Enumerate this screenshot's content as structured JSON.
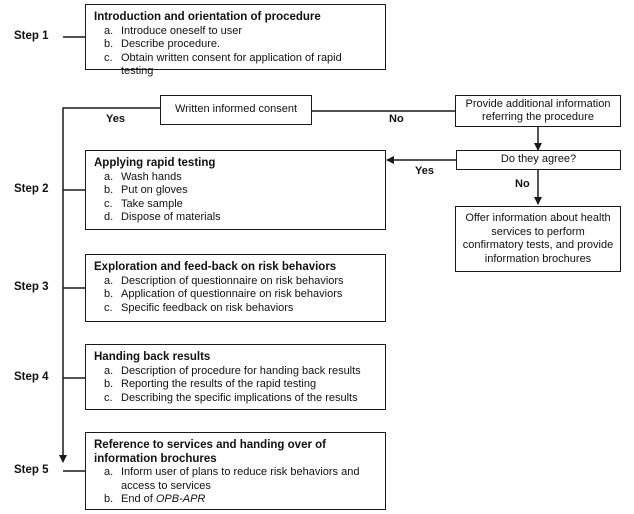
{
  "steps": [
    {
      "label": "Step 1",
      "title": "Introduction and orientation of procedure",
      "items": [
        {
          "marker": "a.",
          "text": "Introduce oneself to user"
        },
        {
          "marker": "b.",
          "text": "Describe procedure."
        },
        {
          "marker": "c.",
          "text": "Obtain written consent for application of rapid testing"
        }
      ]
    },
    {
      "label": "Step 2",
      "title": "Applying rapid testing",
      "items": [
        {
          "marker": "a.",
          "text": "Wash hands"
        },
        {
          "marker": "b.",
          "text": "Put on gloves"
        },
        {
          "marker": "c.",
          "text": "Take sample"
        },
        {
          "marker": "d.",
          "text": "Dispose of materials"
        }
      ]
    },
    {
      "label": "Step 3",
      "title": "Exploration and feed-back on risk behaviors",
      "items": [
        {
          "marker": "a.",
          "text": "Description of questionnaire on risk behaviors"
        },
        {
          "marker": "b.",
          "text": "Application of questionnaire on risk behaviors"
        },
        {
          "marker": "c.",
          "text": "Specific feedback on risk behaviors"
        }
      ]
    },
    {
      "label": "Step 4",
      "title": "Handing back results",
      "items": [
        {
          "marker": "a.",
          "text": "Description of procedure for handing back results"
        },
        {
          "marker": "b.",
          "text": "Reporting the results of the rapid testing"
        },
        {
          "marker": "c.",
          "text": "Describing the specific implications of the results"
        }
      ]
    },
    {
      "label": "Step 5",
      "title": "Reference to services and handing over of information brochures",
      "items": [
        {
          "marker": "a.",
          "text": "Inform user of plans to reduce risk behaviors and access to services"
        },
        {
          "marker": "b.",
          "text": "End of OPB-APR"
        }
      ]
    }
  ],
  "decision": {
    "consent": "Written informed consent",
    "additional_info": "Provide additional information referring the procedure",
    "agree_question": "Do they agree?",
    "offer_info": "Offer information about health services to perform confirmatory tests, and provide information brochures",
    "yes": "Yes",
    "no": "No"
  }
}
